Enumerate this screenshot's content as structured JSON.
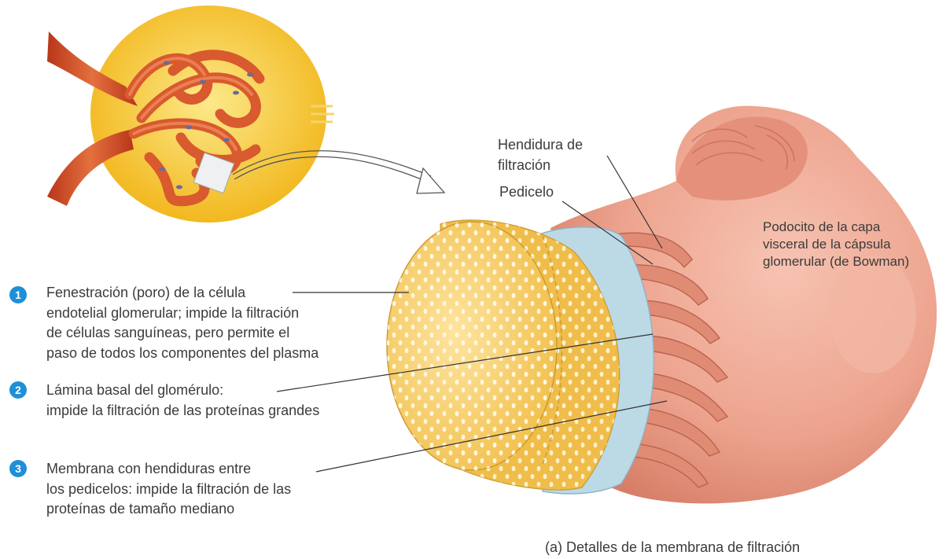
{
  "labels": {
    "hendidura": [
      "Hendidura de",
      "filtración"
    ],
    "pedicelo": "Pedicelo",
    "podocito": [
      "Podocito de la capa",
      "visceral de la cápsula",
      "glomerular (de Bowman)"
    ]
  },
  "items": [
    {
      "number": "1",
      "lines": [
        "Fenestración (poro) de la célula",
        "endotelial glomerular; impide la filtración",
        "de células sanguíneas, pero permite el",
        "paso de todos los componentes del plasma"
      ]
    },
    {
      "number": "2",
      "lines": [
        "Lámina basal del glomérulo:",
        "impide la filtración de las proteínas grandes"
      ]
    },
    {
      "number": "3",
      "lines": [
        "Membrana con hendiduras entre",
        "los pedicelos: impide la filtración de las",
        "proteínas de tamaño mediano"
      ]
    }
  ],
  "caption": "(a) Detalles de la membrana de filtración",
  "colors": {
    "badge": "#1f8fd8",
    "endothelium": "#f6c94e",
    "basal": "#bcd9e6",
    "podocyte": "#e9a08c",
    "capsule": "#f7c932",
    "vessel": "#d8542a"
  }
}
